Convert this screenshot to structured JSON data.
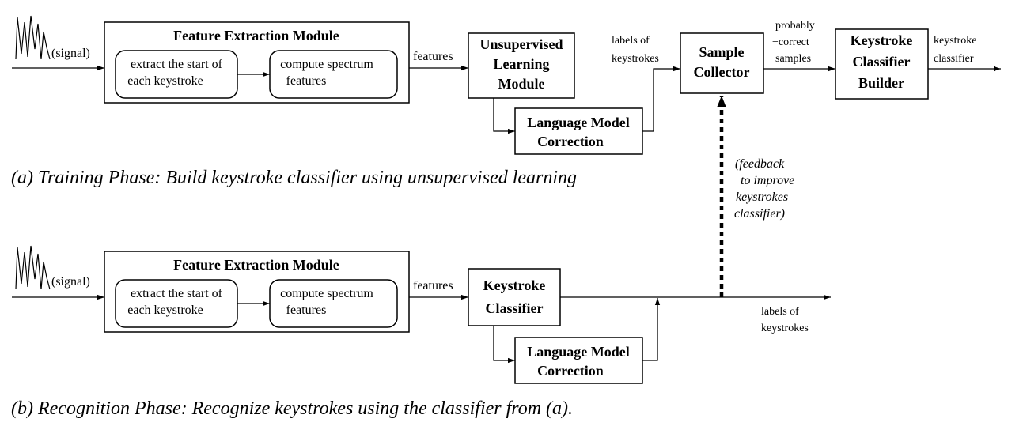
{
  "training": {
    "signal_label": "(signal)",
    "fem_title": "Feature Extraction Module",
    "extract": [
      "extract the start of",
      "each keystroke"
    ],
    "spectrum": [
      "compute spectrum",
      "features"
    ],
    "features_label": "features",
    "unsup": [
      "Unsupervised",
      "Learning",
      "Module"
    ],
    "lm": [
      "Language Model",
      "Correction"
    ],
    "labels": [
      "labels of",
      "keystrokes"
    ],
    "sample": [
      "Sample",
      "Collector"
    ],
    "probably": [
      "probably",
      "−correct",
      "samples"
    ],
    "kcb": [
      "Keystroke",
      "Classifier",
      "Builder"
    ],
    "kc_out": [
      "keystroke",
      "classifier"
    ],
    "caption": "(a) Training Phase: Build keystroke classifier using unsupervised learning"
  },
  "feedback": [
    "(feedback",
    "to improve",
    "keystrokes",
    "classifier)"
  ],
  "recognition": {
    "signal_label": "(signal)",
    "fem_title": "Feature Extraction Module",
    "extract": [
      "extract the start of",
      "each keystroke"
    ],
    "spectrum": [
      "compute spectrum",
      "features"
    ],
    "features_label": "features",
    "kc": [
      "Keystroke",
      "Classifier"
    ],
    "lm": [
      "Language Model",
      "Correction"
    ],
    "labels": [
      "labels of",
      "keystrokes"
    ],
    "caption": "(b) Recognition Phase: Recognize keystrokes using the classifier from (a)."
  }
}
